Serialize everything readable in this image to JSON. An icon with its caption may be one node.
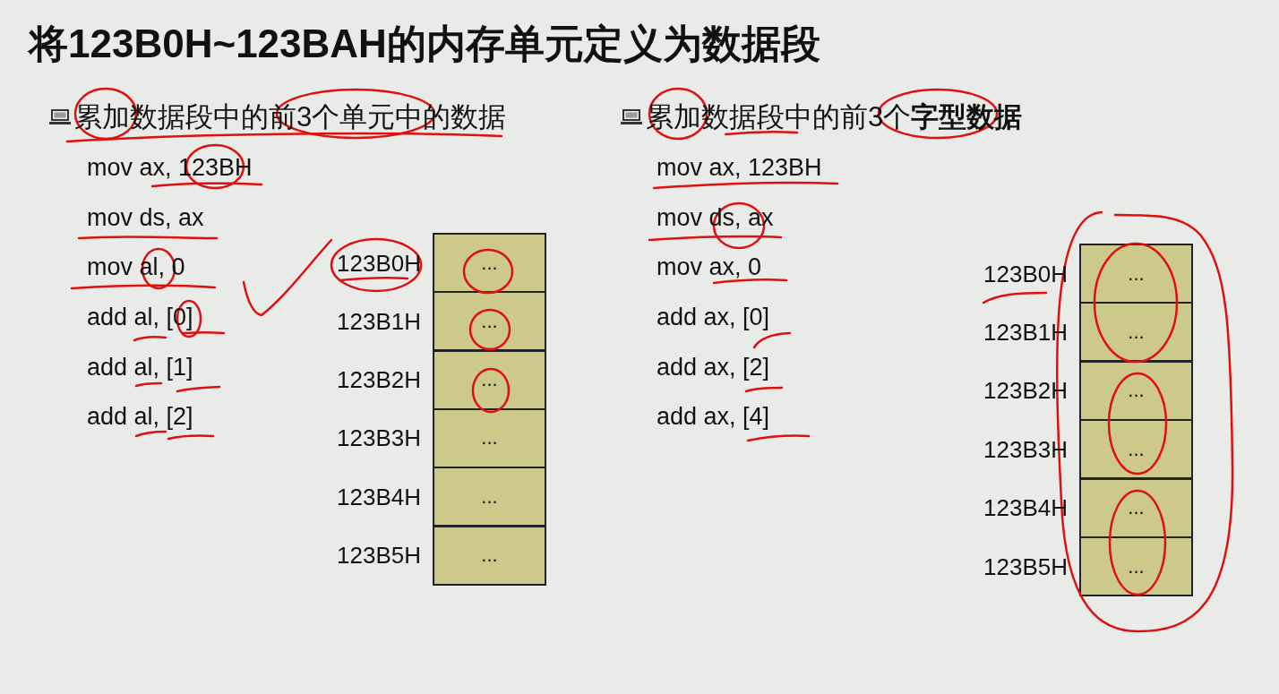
{
  "diagram": {
    "title": "将123B0H~123BAH的内存单元定义为数据段",
    "nodes": [
      {
        "text": [
          "..."
        ],
        "beside": [
          "123B0H"
        ]
      },
      {
        "text": [
          "..."
        ],
        "beside": [
          "123B1H"
        ]
      },
      {
        "text": [
          "..."
        ],
        "beside": [
          "123B2H"
        ]
      },
      {
        "text": [
          "..."
        ],
        "beside": [
          "123B3H"
        ]
      },
      {
        "text": [
          "..."
        ],
        "beside": [
          "123B4H"
        ]
      },
      {
        "text": [
          "..."
        ],
        "beside": [
          "123B5H"
        ]
      },
      {
        "text": [
          "..."
        ],
        "beside": [
          "123B0H"
        ]
      },
      {
        "text": [
          "..."
        ],
        "beside": [
          "123B1H"
        ]
      },
      {
        "text": [
          "..."
        ],
        "beside": [
          "123B2H"
        ]
      },
      {
        "text": [
          "..."
        ],
        "beside": [
          "123B3H"
        ]
      },
      {
        "text": [
          "..."
        ],
        "beside": [
          "123B4H"
        ]
      },
      {
        "text": [
          "..."
        ],
        "beside": [
          "123B5H"
        ]
      }
    ],
    "labels": [
      "累加数据段中的前3个单元中的数据",
      "mov ax, 123BH",
      "mov ds, ax",
      "mov al, 0",
      "add al, [0]",
      "add al, [1]",
      "add al, [2]",
      "累加数据段中的前3个**字型数据**",
      "mov ax, 123BH",
      "mov ds, ax",
      "mov ax, 0",
      "add ax, [0]",
      "add ax, [2]",
      "add ax, [4]"
    ]
  }
}
